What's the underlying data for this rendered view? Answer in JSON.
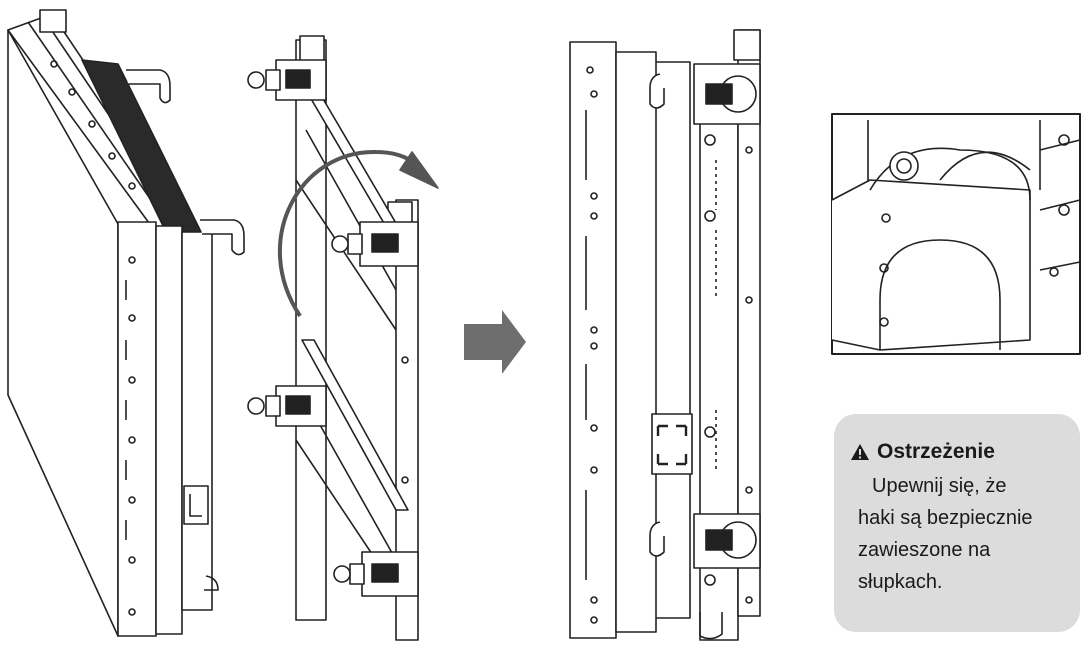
{
  "warning": {
    "title": "Ostrzeżenie",
    "lines": [
      "Upewnij się, że",
      "haki są bezpiecznie",
      "zawieszone na",
      "słupkach."
    ],
    "icon": "warning-triangle-icon"
  },
  "colors": {
    "line": "#222222",
    "arrow": "#6e6e6e",
    "panel": "#dcdcdc",
    "mesh": "#2a2a2a"
  }
}
